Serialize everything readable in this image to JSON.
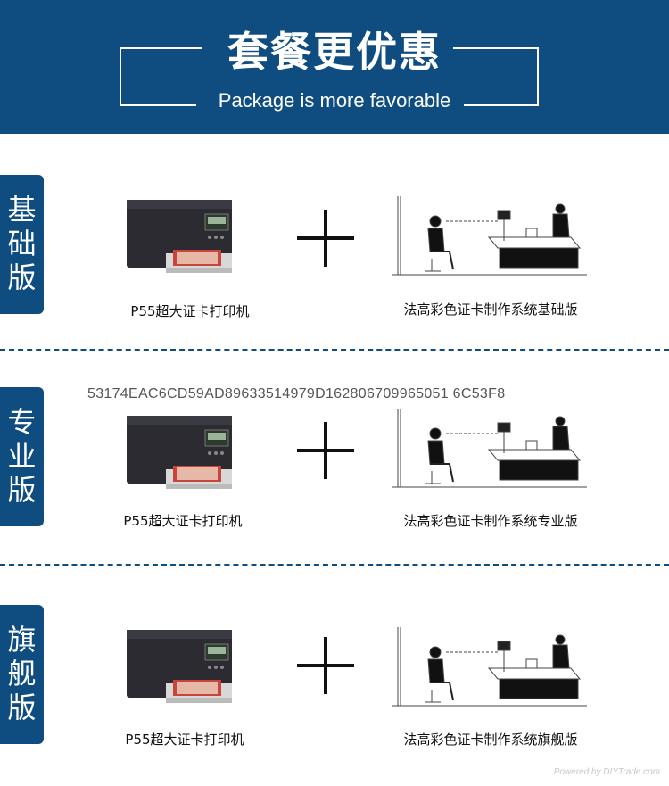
{
  "header": {
    "title": "套餐更优惠",
    "subtitle": "Package is more favorable"
  },
  "packages": [
    {
      "tab": "基础版",
      "printer_caption": "P55超大证卡打印机",
      "system_caption": "法高彩色证卡制作系统基础版"
    },
    {
      "tab": "专业版",
      "printer_caption": "P55超大证卡打印机",
      "system_caption": "法高彩色证卡制作系统专业版"
    },
    {
      "tab": "旗舰版",
      "printer_caption": "P55超大证卡打印机",
      "system_caption": "法高彩色证卡制作系统旗舰版"
    }
  ],
  "hash_text": "53174EAC6CD59AD89633514979D162806709965051 6C53F8",
  "watermark": "Powered by DIYTrade.com",
  "colors": {
    "brand": "#0f4d80"
  }
}
